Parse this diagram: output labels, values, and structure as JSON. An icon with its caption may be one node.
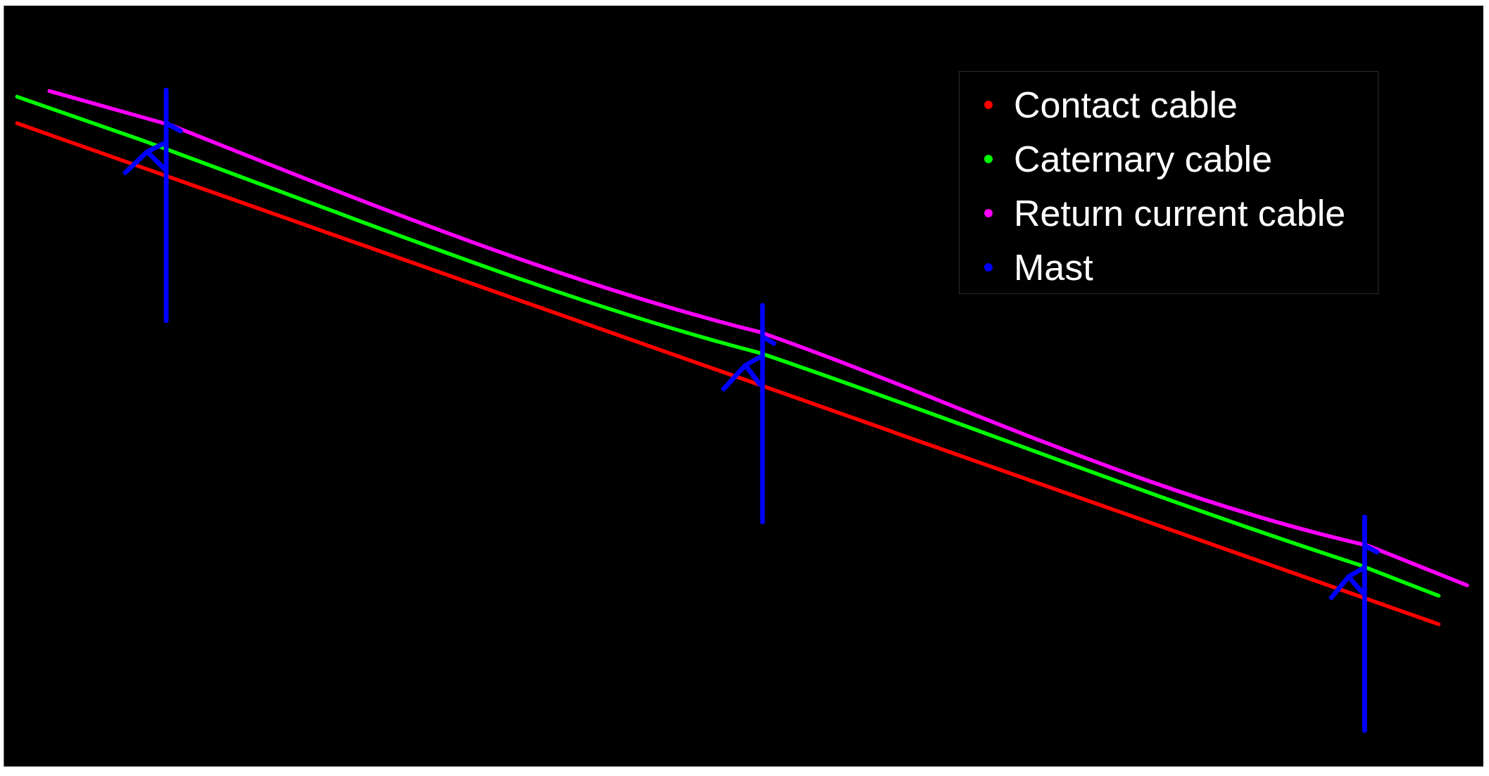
{
  "diagram": {
    "legend": [
      {
        "text": "Contact cable",
        "color": "#ff0000"
      },
      {
        "text": "Caternary cable",
        "color": "#00ff00"
      },
      {
        "text": "Return current cable",
        "color": "#ff00ff"
      },
      {
        "text": "Mast",
        "color": "#0000ff"
      }
    ]
  }
}
